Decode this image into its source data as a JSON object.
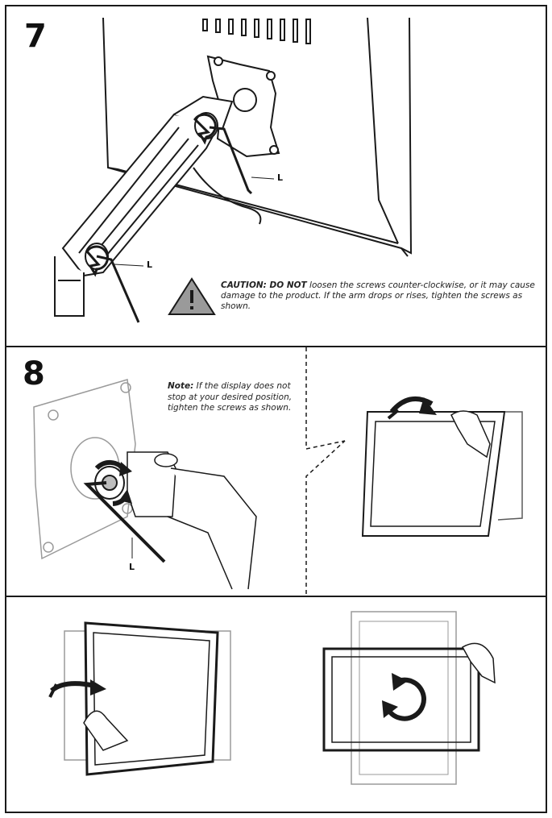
{
  "step7": {
    "number": "7",
    "label_l_top": "L",
    "label_l_bottom": "L",
    "caution_title": "CAUTION: DO NOT",
    "caution_text": " loosen the screws counter-clockwise, or it may cause damage to the product. If the arm drops or rises, tighten the screws as shown.",
    "icon": "warning-triangle-icon"
  },
  "step8": {
    "number": "8",
    "note_title": "Note:",
    "note_text": " If the display does not stop at your desired position, tighten the screws as shown.",
    "label_l": "L",
    "icons": [
      "rotate-arrow-icon",
      "tilt-arrow-icon"
    ]
  },
  "step9": {
    "icons": [
      "swivel-arrow-icon",
      "rotate-circle-icon"
    ]
  },
  "colors": {
    "line": "#1a1a1a",
    "light_line": "#9a9a9a",
    "fill_grey": "#e6e6e6",
    "warning_fill": "#8a8a8a"
  }
}
